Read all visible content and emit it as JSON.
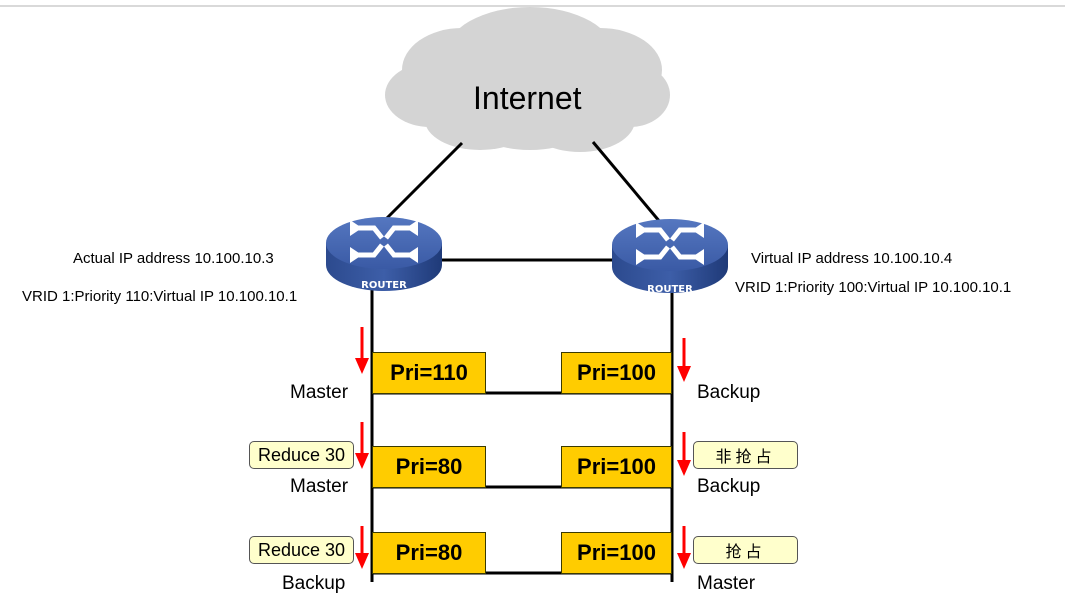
{
  "title": "VRRP priority tracking and preemption",
  "cloud": {
    "label": "Internet",
    "icon": "cloud-icon"
  },
  "routers": [
    {
      "id": "left",
      "label": "ROUTER",
      "icon": "router-icon",
      "info_line1": "Actual IP address 10.100.10.3",
      "info_line2": "VRID 1:Priority 110:Virtual IP  10.100.10.1"
    },
    {
      "id": "right",
      "label": "ROUTER",
      "icon": "router-icon",
      "info_line1": "Virtual IP address 10.100.10.4",
      "info_line2": "VRID 1:Priority 100:Virtual IP  10.100.10.1"
    }
  ],
  "stages": [
    {
      "left": {
        "priority": "Pri=110",
        "role": "Master",
        "note": ""
      },
      "right": {
        "priority": "Pri=100",
        "role": "Backup",
        "note": ""
      }
    },
    {
      "left": {
        "priority": "Pri=80",
        "role": "Master",
        "note": "Reduce 30"
      },
      "right": {
        "priority": "Pri=100",
        "role": "Backup",
        "note": "非抢占"
      }
    },
    {
      "left": {
        "priority": "Pri=80",
        "role": "Backup",
        "note": "Reduce 30"
      },
      "right": {
        "priority": "Pri=100",
        "role": "Master",
        "note": "抢占"
      }
    }
  ],
  "colors": {
    "priority_box": "#ffcc00",
    "note_box": "#ffffcc",
    "arrow": "#ff0000",
    "cloud": "#d4d4d4",
    "router": "#3e5fa8"
  }
}
